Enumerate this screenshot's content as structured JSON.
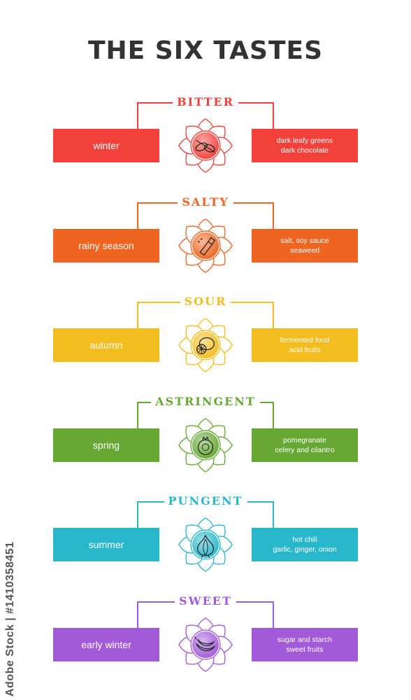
{
  "title": "THE SIX TASTES",
  "side_text": "Adobe Stock | #1410358451",
  "tastes": [
    {
      "name": "BITTER",
      "season": "winter",
      "foods": [
        "dark leafy greens",
        "dark chocolate"
      ],
      "color": "#f1413a",
      "icon": "herb-leaves-icon"
    },
    {
      "name": "SALTY",
      "season": "rainy season",
      "foods": [
        "salt, soy sauce",
        "seaweed"
      ],
      "color": "#ee6420",
      "icon": "salt-shaker-icon"
    },
    {
      "name": "SOUR",
      "season": "autumn",
      "foods": [
        "fermented food",
        "acid fruits"
      ],
      "color": "#f3bd1f",
      "icon": "lemon-icon"
    },
    {
      "name": "ASTRINGENT",
      "season": "spring",
      "foods": [
        "pomegranate",
        "celery and cilantro"
      ],
      "color": "#66a833",
      "icon": "pomegranate-icon"
    },
    {
      "name": "PUNGENT",
      "season": "summer",
      "foods": [
        "hot chili",
        "garlic, ginger, onion"
      ],
      "color": "#29b7cc",
      "icon": "onion-icon"
    },
    {
      "name": "SWEET",
      "season": "early winter",
      "foods": [
        "sugar and starch",
        "sweet fruits"
      ],
      "color": "#a25ad9",
      "icon": "bananas-icon"
    }
  ]
}
